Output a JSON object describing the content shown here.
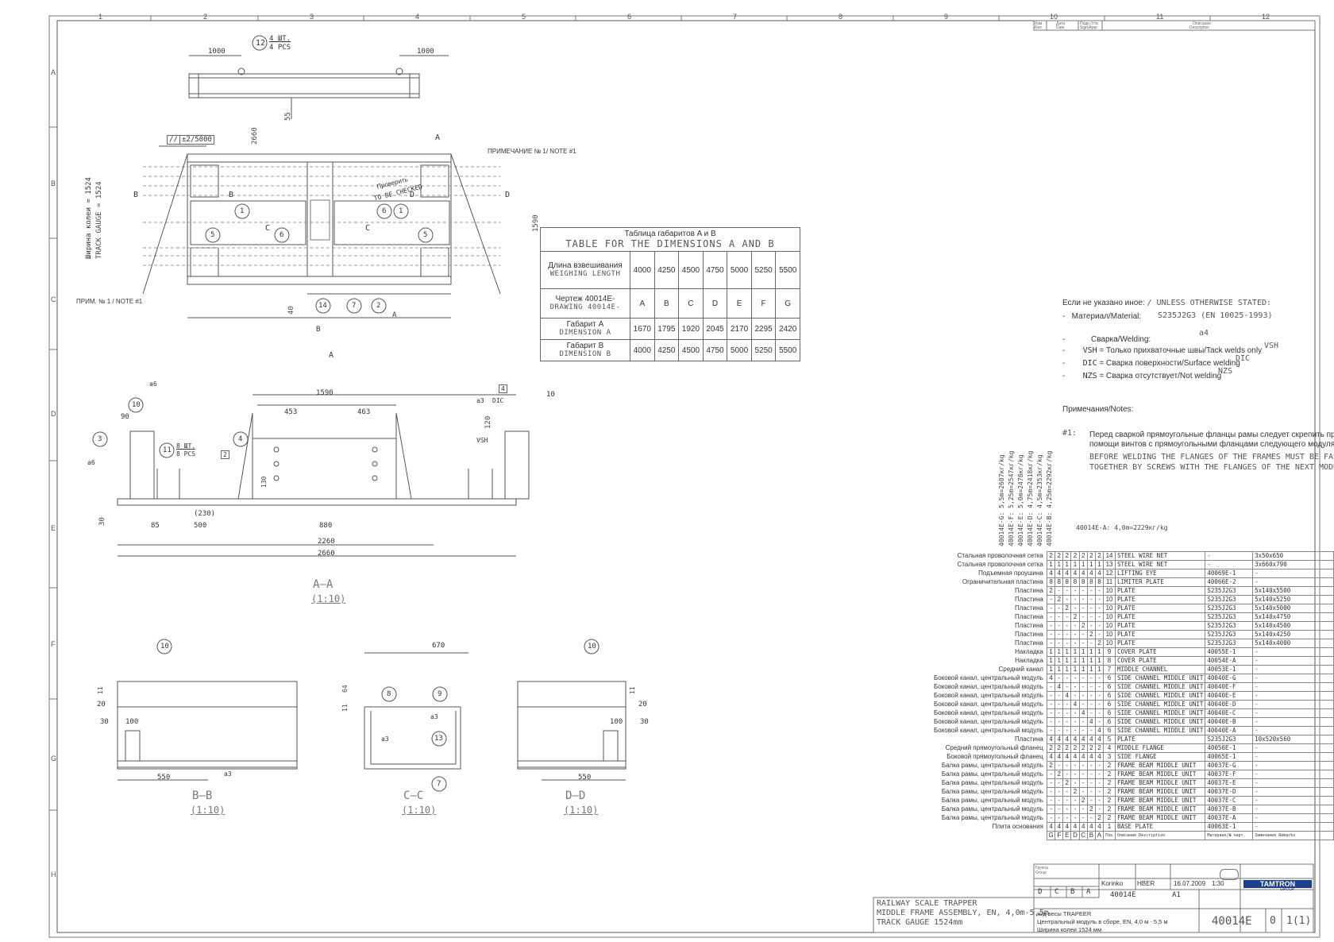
{
  "zones": {
    "columns": [
      "1",
      "2",
      "3",
      "4",
      "5",
      "6",
      "7",
      "8",
      "9",
      "10",
      "11",
      "12"
    ],
    "rows": [
      "A",
      "B",
      "C",
      "D",
      "E",
      "F",
      "G",
      "H"
    ]
  },
  "revision_header": {
    "cols": [
      "Изм.",
      "Дата",
      "Подп./Утв.",
      "Описание"
    ],
    "cols_en": [
      "Rev.",
      "Date",
      "Sign/Appr.",
      "Description"
    ]
  },
  "top_view": {
    "pcs_label": "4 ШТ.",
    "pcs_label_en": "4 PCS",
    "balloon": "12",
    "dim_left": "1000",
    "dim_right": "1000",
    "dim_height": "55"
  },
  "plan_view": {
    "flatness": "//",
    "tolerance": "±2/5000",
    "dim_2660": "2660",
    "dim_1590": "1590",
    "track_gauge_ru": "Ширина колеи = 1524",
    "track_gauge_en": "TRACK GAUGE = 1524",
    "note1_top": "ПРИМЕЧАНИЕ № 1/ NOTE #1",
    "note1_left": "ПРИМ. № 1 / NOTE #1",
    "check_ru": "Проверить",
    "check_en": "TO BE CHECKED",
    "dim_a": "A",
    "dim_b": "B",
    "dim_40": "40",
    "balloons": [
      "1",
      "5",
      "6",
      "6",
      "1",
      "5",
      "14",
      "7",
      "2"
    ],
    "section_letters": [
      "A",
      "B",
      "B",
      "C",
      "C",
      "D",
      "D",
      "A"
    ]
  },
  "dimensions_table": {
    "title_ru": "Таблица габаритов A и B",
    "title_en": "TABLE FOR THE DIMENSIONS A AND B",
    "rows": [
      {
        "label_ru": "Длина взвешивания",
        "label_en": "WEIGHING LENGTH",
        "values": [
          "4000",
          "4250",
          "4500",
          "4750",
          "5000",
          "5250",
          "5500"
        ]
      },
      {
        "label_ru": "Чертеж   40014E-",
        "label_en": "DRAWING  40014E-",
        "values": [
          "A",
          "B",
          "C",
          "D",
          "E",
          "F",
          "G"
        ]
      },
      {
        "label_ru": "Габарит A",
        "label_en": "DIMENSION A",
        "values": [
          "1670",
          "1795",
          "1920",
          "2045",
          "2170",
          "2295",
          "2420"
        ]
      },
      {
        "label_ru": "Габарит B",
        "label_en": "DIMENSION B",
        "values": [
          "4000",
          "4250",
          "4500",
          "4750",
          "5000",
          "5250",
          "5500"
        ]
      }
    ]
  },
  "general_notes": {
    "unless_ru": "Если не указано иное:",
    "unless_en": "/ UNLESS OTHERWISE STATED:",
    "material_label": "Материал/Material:",
    "material_value": "S235J2G3 (EN 10025-1993)",
    "welding_label": "Сварка/Welding:",
    "weld_symbol": "a4",
    "vsh_code": "VSH",
    "vsh_text": "= Только прихваточные швы/Tack welds only",
    "vsh_symbol": "VSH",
    "dic_code": "DIC",
    "dic_text": "= Сварка поверхности/Surface welding",
    "dic_symbol": "DIC",
    "nzs_code": "NZS",
    "nzs_text": "= Сварка отсутствует/Not welding",
    "nzs_symbol": "NZS",
    "notes_title": "Примечания/Notes:",
    "note1_num": "#1:",
    "note1_ru_1": "Перед сваркой прямоугольные фланцы рамы следует скрепить при",
    "note1_ru_2": "помощи винтов с прямоугольными фланцами следующего модуля",
    "note1_en_1": "BEFORE WELDING THE FLANGES OF THE FRAMES MUST BE FASTENED",
    "note1_en_2": "TOGETHER BY SCREWS WITH THE FLANGES OF THE NEXT MODULE"
  },
  "section_aa": {
    "title": "A—A",
    "scale": "(1:10)",
    "dims": {
      "d1590": "1590",
      "d453": "453",
      "d463": "463",
      "d90": "90",
      "d10": "10",
      "d120": "120",
      "d130": "130",
      "d230": "(230)",
      "d85": "85",
      "d500": "500",
      "d880": "880",
      "d2260": "2260",
      "d2660": "2660",
      "d30": "30"
    },
    "weld_a6": "a6",
    "weld_a3": "a3",
    "dic": "DIC",
    "vsh": "VSH",
    "pcs": "8 ШТ.",
    "pcs_en": "8 PCS",
    "flat": "2",
    "flat2": "4",
    "balloons": [
      "10",
      "3",
      "11",
      "4"
    ]
  },
  "section_bb": {
    "title": "B—B",
    "scale": "(1:10)",
    "dims": {
      "d20": "20",
      "d30": "30",
      "d100": "100",
      "d550": "550",
      "d11": "11"
    },
    "weld": "a3",
    "balloon": "10"
  },
  "section_cc": {
    "title": "C—C",
    "scale": "(1:10)",
    "dims": {
      "d670": "670",
      "d64": "64",
      "d11": "11"
    },
    "welds": [
      "a3",
      "a3"
    ],
    "balloons": [
      "8",
      "9",
      "13",
      "7"
    ]
  },
  "section_dd": {
    "title": "D—D",
    "scale": "(1:10)",
    "dims": {
      "d20": "20",
      "d30": "30",
      "d100": "100",
      "d550": "550",
      "d11": "11"
    },
    "balloon": "10"
  },
  "bom_variants": [
    "40014E-G: 5,5m=2607кг/kg",
    "40014E-F: 5,25m=2547кг/kg",
    "40014E-E: 5,0m=2478кг/kg",
    "40014E-D: 4,75m=2418кг/kg",
    "40014E-C: 4,5m=2353кг/kg",
    "40014E-B: 4,25m=2292кг/kg",
    "40014E-A: 4,0m=2229кг/kg"
  ],
  "bom_rows": [
    {
      "ru": "Стальная проволочная сетка",
      "q": [
        "2",
        "2",
        "2",
        "2",
        "2",
        "2",
        "2"
      ],
      "pos": "14",
      "desc": "STEEL WIRE NET",
      "mat": "-",
      "rem": "3x50x650"
    },
    {
      "ru": "Стальная проволочная сетка",
      "q": [
        "1",
        "1",
        "1",
        "1",
        "1",
        "1",
        "1"
      ],
      "pos": "13",
      "desc": "STEEL WIRE NET",
      "mat": "-",
      "rem": "3x660x790"
    },
    {
      "ru": "Подъемная проушина",
      "q": [
        "4",
        "4",
        "4",
        "4",
        "4",
        "4",
        "4"
      ],
      "pos": "12",
      "desc": "LIFTING EYE",
      "mat": "40069E-1",
      "rem": "-"
    },
    {
      "ru": "Ограничительная пластина",
      "q": [
        "8",
        "8",
        "8",
        "8",
        "8",
        "8",
        "8"
      ],
      "pos": "11",
      "desc": "LIMITER PLATE",
      "mat": "40066E-2",
      "rem": "-"
    },
    {
      "ru": "Пластина",
      "q": [
        "2",
        "-",
        "-",
        "-",
        "-",
        "-",
        "-"
      ],
      "pos": "10",
      "desc": "PLATE",
      "mat": "S235J2G3",
      "rem": "5x140x5500"
    },
    {
      "ru": "Пластина",
      "q": [
        "-",
        "2",
        "-",
        "-",
        "-",
        "-",
        "-"
      ],
      "pos": "10",
      "desc": "PLATE",
      "mat": "S235J2G3",
      "rem": "5x140x5250"
    },
    {
      "ru": "Пластина",
      "q": [
        "-",
        "-",
        "2",
        "-",
        "-",
        "-",
        "-"
      ],
      "pos": "10",
      "desc": "PLATE",
      "mat": "S235J2G3",
      "rem": "5x140x5000"
    },
    {
      "ru": "Пластина",
      "q": [
        "-",
        "-",
        "-",
        "2",
        "-",
        "-",
        "-"
      ],
      "pos": "10",
      "desc": "PLATE",
      "mat": "S235J2G3",
      "rem": "5x140x4750"
    },
    {
      "ru": "Пластина",
      "q": [
        "-",
        "-",
        "-",
        "-",
        "2",
        "-",
        "-"
      ],
      "pos": "10",
      "desc": "PLATE",
      "mat": "S235J2G3",
      "rem": "5x140x4500"
    },
    {
      "ru": "Пластина",
      "q": [
        "-",
        "-",
        "-",
        "-",
        "-",
        "2",
        "-"
      ],
      "pos": "10",
      "desc": "PLATE",
      "mat": "S235J2G3",
      "rem": "5x140x4250"
    },
    {
      "ru": "Пластина",
      "q": [
        "-",
        "-",
        "-",
        "-",
        "-",
        "-",
        "2"
      ],
      "pos": "10",
      "desc": "PLATE",
      "mat": "S235J2G3",
      "rem": "5x140x4000"
    },
    {
      "ru": "Накладка",
      "q": [
        "1",
        "1",
        "1",
        "1",
        "1",
        "1",
        "1"
      ],
      "pos": "9",
      "desc": "COVER PLATE",
      "mat": "40055E-1",
      "rem": "-"
    },
    {
      "ru": "Накладка",
      "q": [
        "1",
        "1",
        "1",
        "1",
        "1",
        "1",
        "1"
      ],
      "pos": "8",
      "desc": "COVER PLATE",
      "mat": "40054E-A",
      "rem": "-"
    },
    {
      "ru": "Средний канал",
      "q": [
        "1",
        "1",
        "1",
        "1",
        "1",
        "1",
        "1"
      ],
      "pos": "7",
      "desc": "MIDDLE CHANNEL",
      "mat": "40053E-1",
      "rem": "-"
    },
    {
      "ru": "Боковой канал, центральный модуль",
      "q": [
        "4",
        "-",
        "-",
        "-",
        "-",
        "-",
        "-"
      ],
      "pos": "6",
      "desc": "SIDE CHANNEL MIDDLE UNIT",
      "mat": "40040E-G",
      "rem": "-"
    },
    {
      "ru": "Боковой канал, центральный модуль",
      "q": [
        "-",
        "4",
        "-",
        "-",
        "-",
        "-",
        "-"
      ],
      "pos": "6",
      "desc": "SIDE CHANNEL MIDDLE UNIT",
      "mat": "40040E-F",
      "rem": "-"
    },
    {
      "ru": "Боковой канал, центральный модуль",
      "q": [
        "-",
        "-",
        "4",
        "-",
        "-",
        "-",
        "-"
      ],
      "pos": "6",
      "desc": "SIDE CHANNEL MIDDLE UNIT",
      "mat": "40040E-E",
      "rem": "-"
    },
    {
      "ru": "Боковой канал, центральный модуль",
      "q": [
        "-",
        "-",
        "-",
        "4",
        "-",
        "-",
        "-"
      ],
      "pos": "6",
      "desc": "SIDE CHANNEL MIDDLE UNIT",
      "mat": "40040E-D",
      "rem": "-"
    },
    {
      "ru": "Боковой канал, центральный модуль",
      "q": [
        "-",
        "-",
        "-",
        "-",
        "4",
        "-",
        "-"
      ],
      "pos": "6",
      "desc": "SIDE CHANNEL MIDDLE UNIT",
      "mat": "40040E-C",
      "rem": "-"
    },
    {
      "ru": "Боковой канал, центральный модуль",
      "q": [
        "-",
        "-",
        "-",
        "-",
        "-",
        "4",
        "-"
      ],
      "pos": "6",
      "desc": "SIDE CHANNEL MIDDLE UNIT",
      "mat": "40040E-B",
      "rem": "-"
    },
    {
      "ru": "Боковой канал, центральный модуль",
      "q": [
        "-",
        "-",
        "-",
        "-",
        "-",
        "-",
        "4"
      ],
      "pos": "6",
      "desc": "SIDE CHANNEL MIDDLE UNIT",
      "mat": "40040E-A",
      "rem": "-"
    },
    {
      "ru": "Пластина",
      "q": [
        "4",
        "4",
        "4",
        "4",
        "4",
        "4",
        "4"
      ],
      "pos": "5",
      "desc": "PLATE",
      "mat": "S235J2G3",
      "rem": "10x520x560"
    },
    {
      "ru": "Средний прямоугольный фланец",
      "q": [
        "2",
        "2",
        "2",
        "2",
        "2",
        "2",
        "2"
      ],
      "pos": "4",
      "desc": "MIDDLE FLANGE",
      "mat": "40056E-1",
      "rem": "-"
    },
    {
      "ru": "Боковой прямоугольный фланец",
      "q": [
        "4",
        "4",
        "4",
        "4",
        "4",
        "4",
        "4"
      ],
      "pos": "3",
      "desc": "SIDE FLANGE",
      "mat": "40065E-1",
      "rem": "-"
    },
    {
      "ru": "Балка рамы, центральный модуль",
      "q": [
        "2",
        "-",
        "-",
        "-",
        "-",
        "-",
        "-"
      ],
      "pos": "2",
      "desc": "FRAME BEAM MIDDLE UNIT",
      "mat": "40037E-G",
      "rem": "-"
    },
    {
      "ru": "Балка рамы, центральный модуль",
      "q": [
        "-",
        "2",
        "-",
        "-",
        "-",
        "-",
        "-"
      ],
      "pos": "2",
      "desc": "FRAME BEAM MIDDLE UNIT",
      "mat": "40037E-F",
      "rem": "-"
    },
    {
      "ru": "Балка рамы, центральный модуль",
      "q": [
        "-",
        "-",
        "2",
        "-",
        "-",
        "-",
        "-"
      ],
      "pos": "2",
      "desc": "FRAME BEAM MIDDLE UNIT",
      "mat": "40037E-E",
      "rem": "-"
    },
    {
      "ru": "Балка рамы, центральный модуль",
      "q": [
        "-",
        "-",
        "-",
        "2",
        "-",
        "-",
        "-"
      ],
      "pos": "2",
      "desc": "FRAME BEAM MIDDLE UNIT",
      "mat": "40037E-D",
      "rem": "-"
    },
    {
      "ru": "Балка рамы, центральный модуль",
      "q": [
        "-",
        "-",
        "-",
        "-",
        "2",
        "-",
        "-"
      ],
      "pos": "2",
      "desc": "FRAME BEAM MIDDLE UNIT",
      "mat": "40037E-C",
      "rem": "-"
    },
    {
      "ru": "Балка рамы, центральный модуль",
      "q": [
        "-",
        "-",
        "-",
        "-",
        "-",
        "2",
        "-"
      ],
      "pos": "2",
      "desc": "FRAME BEAM MIDDLE UNIT",
      "mat": "40037E-B",
      "rem": "-"
    },
    {
      "ru": "Балка рамы, центральный модуль",
      "q": [
        "-",
        "-",
        "-",
        "-",
        "-",
        "-",
        "2"
      ],
      "pos": "2",
      "desc": "FRAME BEAM MIDDLE UNIT",
      "mat": "40037E-A",
      "rem": "-"
    },
    {
      "ru": "Плита основания",
      "q": [
        "4",
        "4",
        "4",
        "4",
        "4",
        "4",
        "4"
      ],
      "pos": "1",
      "desc": "BASE PLATE",
      "mat": "40063E-1",
      "rem": "-"
    }
  ],
  "bom_footer": {
    "variant_letters": [
      "G",
      "F",
      "E",
      "D",
      "C",
      "B",
      "A"
    ],
    "cols_ru": [
      "Кол-во",
      "Поз.",
      "Описание",
      "Материал/№ черт.",
      "Замечания"
    ],
    "cols_en": [
      "Qty",
      "Item",
      "Description",
      "Material/Drg No.",
      "Remarks"
    ]
  },
  "title_block": {
    "group_label": "Группа Group",
    "group_letters": [
      "D",
      "C",
      "B",
      "A"
    ],
    "designed_by": "Korinko",
    "checked": "HBER",
    "date": "16.07.2009",
    "scale": "1:30",
    "base_drawing": "40014E",
    "size": "A1",
    "title_en_1": "RAILWAY SCALE TRAPPER",
    "title_en_2": "MIDDLE FRAME ASSEMBLY, EN, 4,0m-5,5m",
    "title_en_3": "TRACK GAUGE 1524mm",
    "title_ru_1": "ж/д весы TRAPEER",
    "title_ru_2": "Центральный модуль в сборе, EN, 4,0 м - 5,5 м",
    "title_ru_3": "Ширина колеи 1524 мм",
    "drawing_no": "40014E",
    "rev": "0",
    "sheet": "1(1)",
    "company": "TAMTRON",
    "company_sub": "GROUP"
  }
}
